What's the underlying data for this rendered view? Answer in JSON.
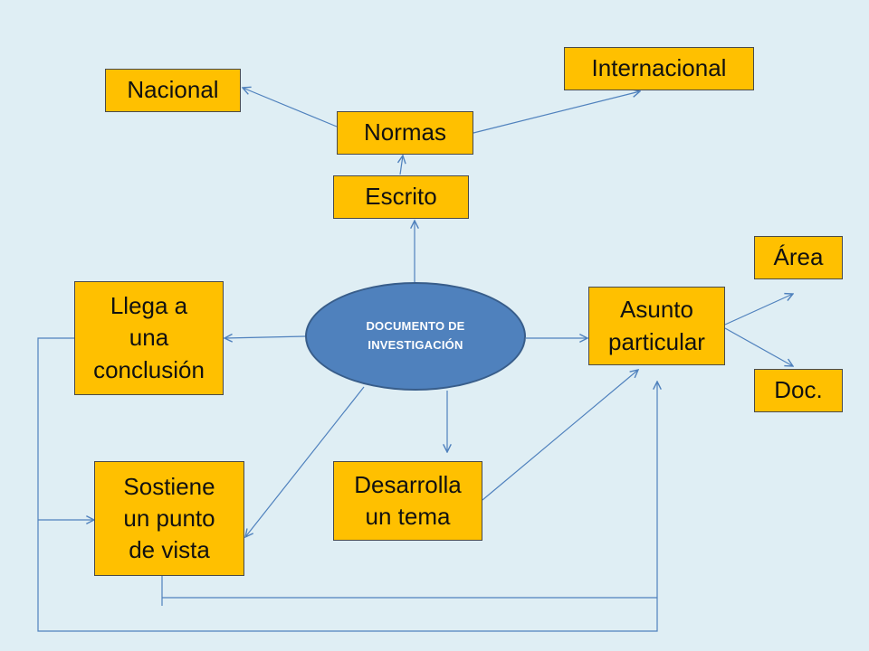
{
  "diagram": {
    "center": "DOCUMENTO DE\nINVESTIGACIÓN",
    "nodes": {
      "nacional": "Nacional",
      "internacional": "Internacional",
      "normas": "Normas",
      "escrito": "Escrito",
      "area": "Área",
      "asunto": "Asunto\nparticular",
      "doc": "Doc.",
      "llega": "Llega a\nuna\nconclusión",
      "sostiene": "Sostiene\nun punto\nde vista",
      "desarrolla": "Desarrolla\nun tema"
    },
    "colors": {
      "background": "#dfeef4",
      "box_fill": "#ffc000",
      "ellipse_fill": "#4f81bd",
      "connector": "#4f81bd"
    }
  }
}
